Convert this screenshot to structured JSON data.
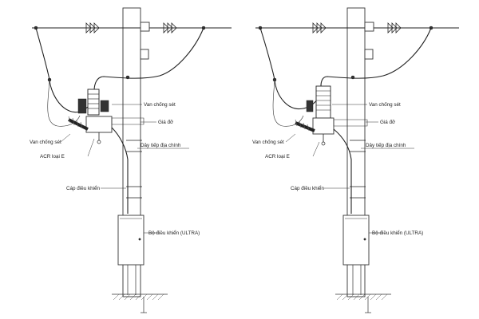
{
  "diagrams": [
    {
      "labels": {
        "arrester_top": "Van chống sét",
        "bracket": "Giá đỡ",
        "arrester_left": "Van chống sét",
        "ground_lead": "Dây tiếp địa chính",
        "acr": "ACR loại E",
        "control_cable": "Cáp điều khiển",
        "controller": "Bộ điều khiển (ULTRA)"
      }
    },
    {
      "labels": {
        "arrester_top": "Van chống sét",
        "bracket": "Giá đỡ",
        "arrester_left": "Van chống sét",
        "ground_lead": "Dây tiếp địa chính",
        "acr": "ACR loại E",
        "control_cable": "Cáp điều khiển",
        "controller": "Bộ điều khiển (ULTRA)"
      }
    }
  ],
  "colors": {
    "stroke": "#222222",
    "background": "#ffffff"
  }
}
